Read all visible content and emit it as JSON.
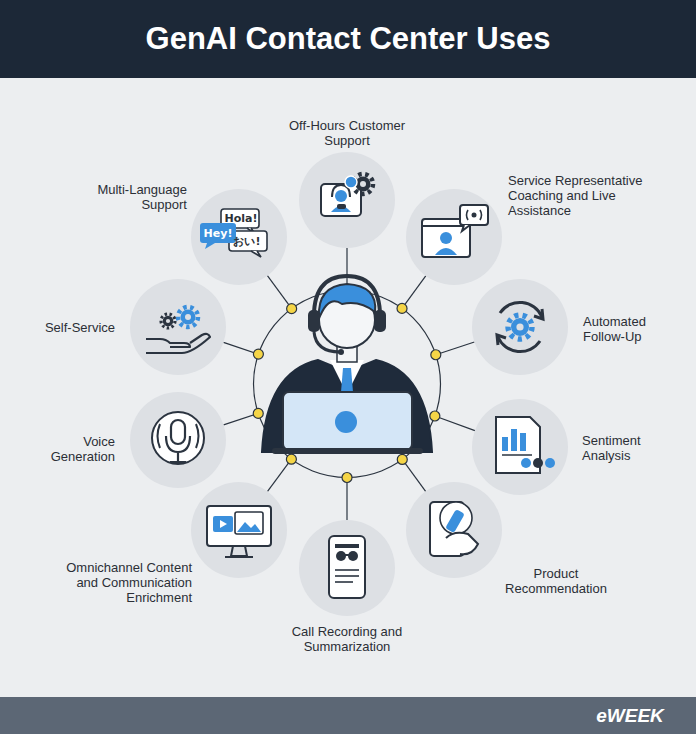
{
  "diagram": {
    "title": "GenAI Contact Center Uses",
    "nodes": [
      {
        "text": [
          "Off-Hours Customer Support"
        ]
      },
      {
        "text": [
          "Multi-Language Support"
        ]
      },
      {
        "text": [
          "Service Representative Coaching and Live Assistance"
        ]
      },
      {
        "text": [
          "Self-Service"
        ]
      },
      {
        "text": [
          "Automated Follow-Up"
        ]
      },
      {
        "text": [
          "Voice Generation"
        ]
      },
      {
        "text": [
          "Sentiment Analysis"
        ]
      },
      {
        "text": [
          "Omnichannel Content and Communication Enrichment"
        ]
      },
      {
        "text": [
          "Product Recommendation"
        ]
      },
      {
        "text": [
          "Call Recording and Summarization"
        ]
      }
    ],
    "labels": [
      "Hey!",
      "Hola!",
      "おい!",
      "eWEEK"
    ]
  }
}
